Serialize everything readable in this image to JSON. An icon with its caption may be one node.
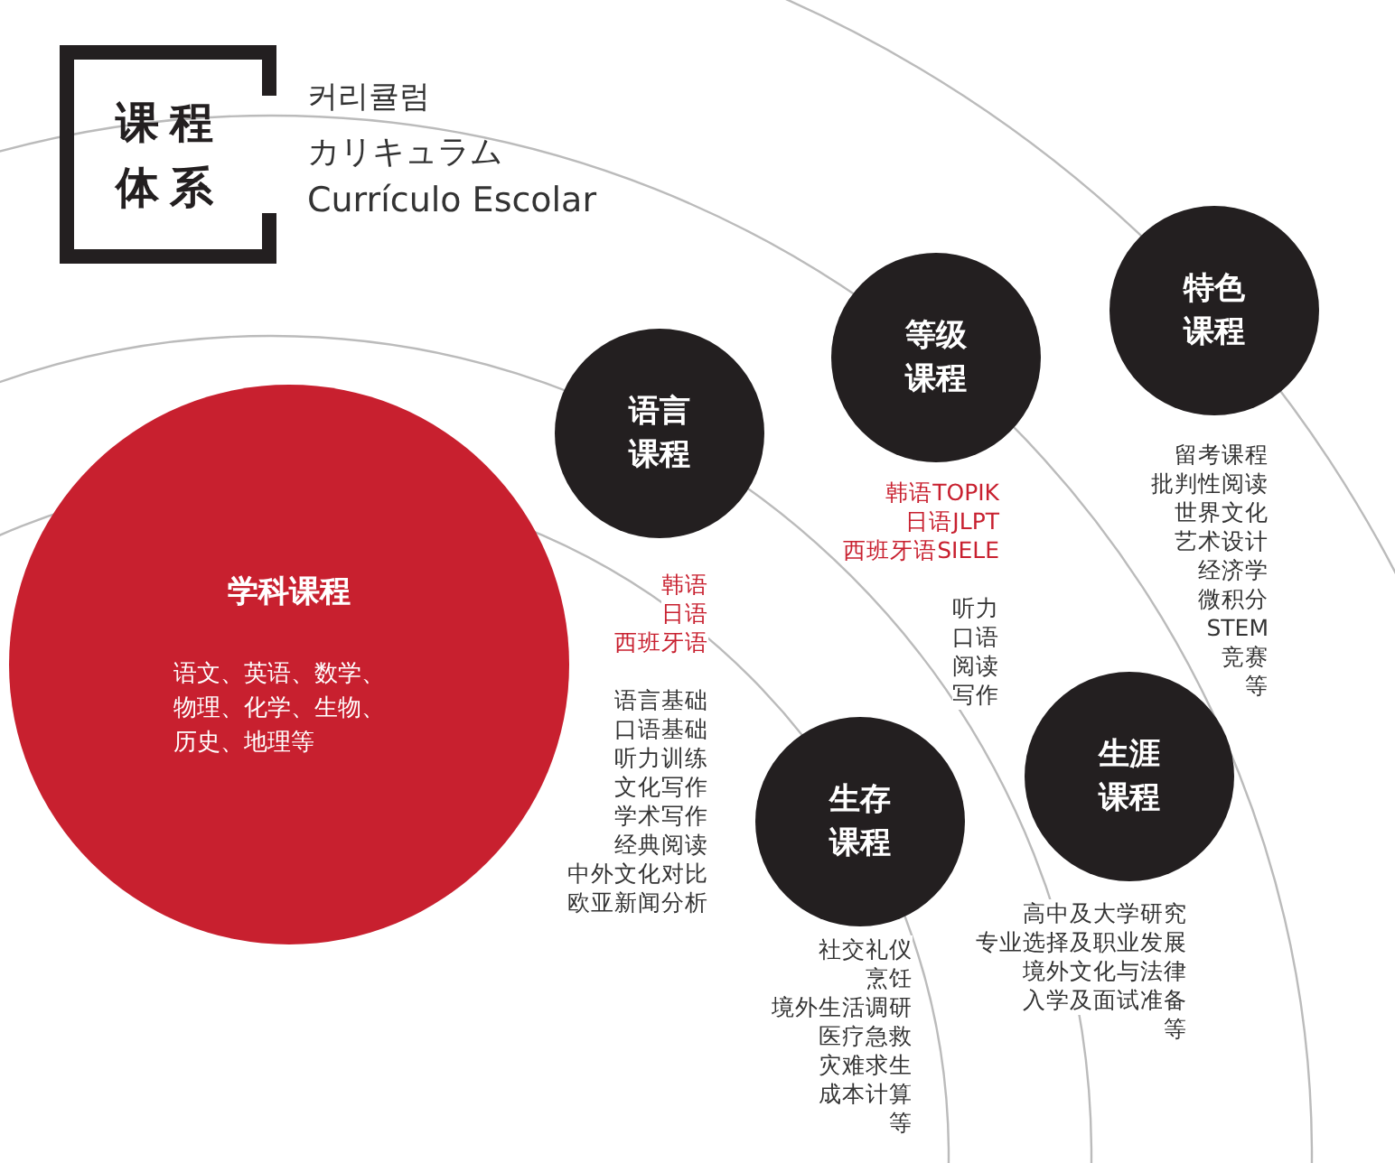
{
  "diagram": {
    "title": "课程体系",
    "nodes": [
      {
        "text": [
          "学科课程",
          "语文、英语、数学、物理、化学、生物、历史、地理等"
        ]
      },
      {
        "text": [
          "语言课程"
        ],
        "beside": [
          "韩语",
          "日语",
          "西班牙语",
          "语言基础",
          "口语基础",
          "听力训练",
          "文化写作",
          "学术写作",
          "经典阅读",
          "中外文化对比",
          "欧亚新闻分析"
        ]
      },
      {
        "text": [
          "等级课程"
        ],
        "beside": [
          "韩语TOPIK",
          "日语JLPT",
          "西班牙语SIELE",
          "听力",
          "口语",
          "阅读",
          "写作"
        ]
      },
      {
        "text": [
          "特色课程"
        ],
        "beside": [
          "留考课程",
          "批判性阅读",
          "世界文化",
          "艺术设计",
          "经济学",
          "微积分",
          "STEM",
          "竞赛",
          "等"
        ]
      },
      {
        "text": [
          "生存课程"
        ],
        "beside": [
          "社交礼仪",
          "烹饪",
          "境外生活调研",
          "医疗急救",
          "灾难求生",
          "成本计算",
          "等"
        ]
      },
      {
        "text": [
          "生涯课程"
        ],
        "beside": [
          "高中及大学研究",
          "专业选择及职业发展",
          "境外文化与法律",
          "入学及面试准备",
          "等"
        ]
      }
    ],
    "labels": [
      "커리큘럼",
      "カリキュラム",
      "Currículo Escolar"
    ]
  }
}
